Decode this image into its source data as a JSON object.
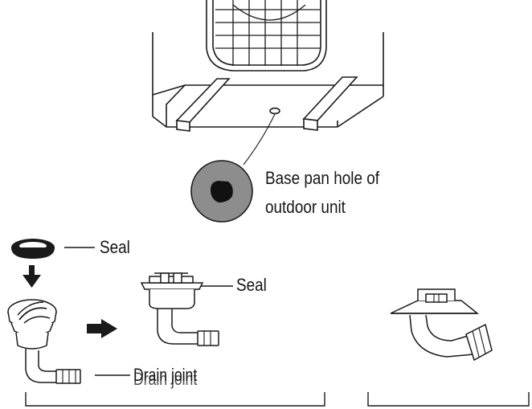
{
  "labels": {
    "base_pan_line1": "Base pan hole of",
    "base_pan_line2": "outdoor unit",
    "seal_top": "Seal",
    "seal_mid": "Seal",
    "drain_joint_a": "Drain joint",
    "drain_joint_b": "Drain joint"
  },
  "colors": {
    "stroke": "#1a1a1a",
    "hole_fill": "#8d8d8d",
    "hole_center": "#111111",
    "arrow": "#1a1a1a"
  }
}
